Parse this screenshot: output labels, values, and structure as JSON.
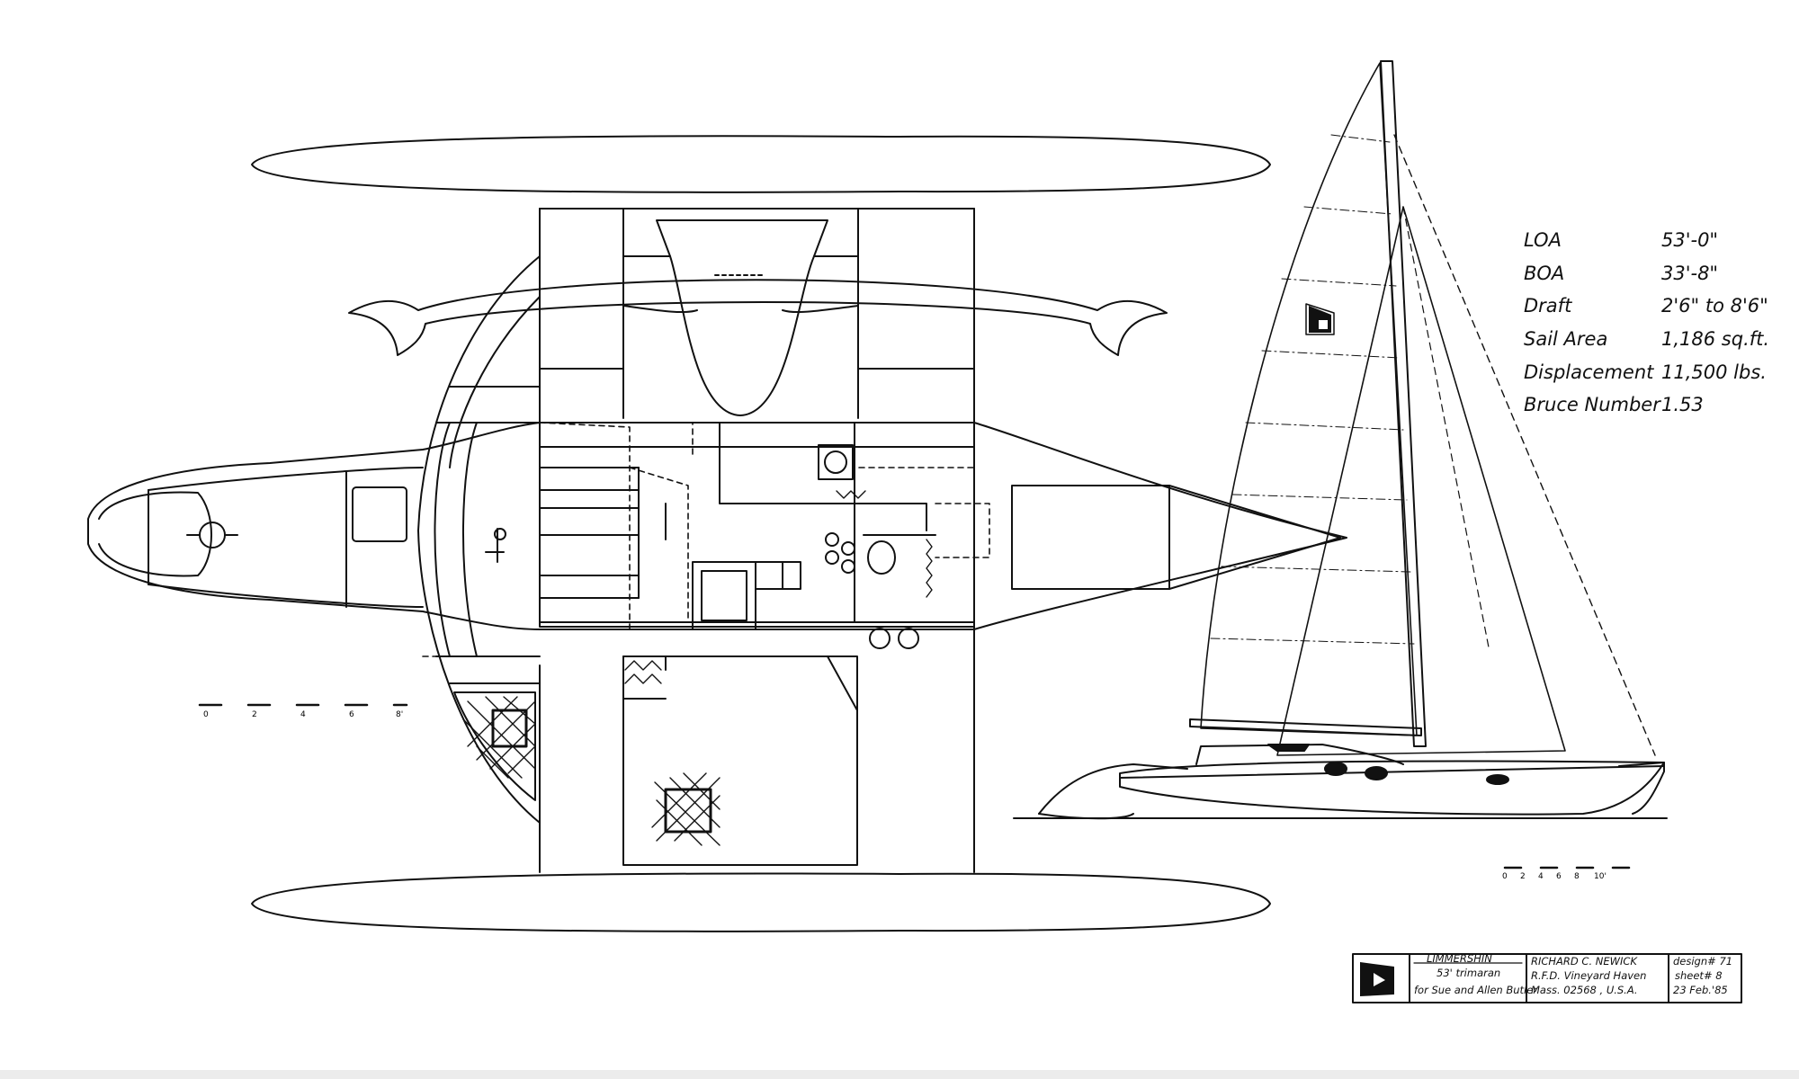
{
  "specs": [
    {
      "label": "LOA",
      "value": "53'-0\""
    },
    {
      "label": "BOA",
      "value": "33'-8\""
    },
    {
      "label": "Draft",
      "value": "2'6\" to 8'6\""
    },
    {
      "label": "Sail Area",
      "value": "1,186 sq.ft."
    },
    {
      "label": "Displacement",
      "value": "11,500 lbs."
    },
    {
      "label": "Bruce Number",
      "value": "1.53"
    }
  ],
  "scale_plan": [
    "0",
    "2",
    "4",
    "6",
    "8'"
  ],
  "scale_profile": [
    "0",
    "2",
    "4",
    "6",
    "8",
    "10'"
  ],
  "title_block": {
    "name": "LIMMERSHIN",
    "type": "53' trimaran",
    "client": "for Sue and Allen Butler",
    "designer": "RICHARD C. NEWICK",
    "address1": "R.F.D. Vineyard Haven",
    "address2": "Mass. 02568 , U.S.A.",
    "design": "design# 71",
    "sheet": "sheet# 8",
    "date": "23 Feb.'85"
  }
}
